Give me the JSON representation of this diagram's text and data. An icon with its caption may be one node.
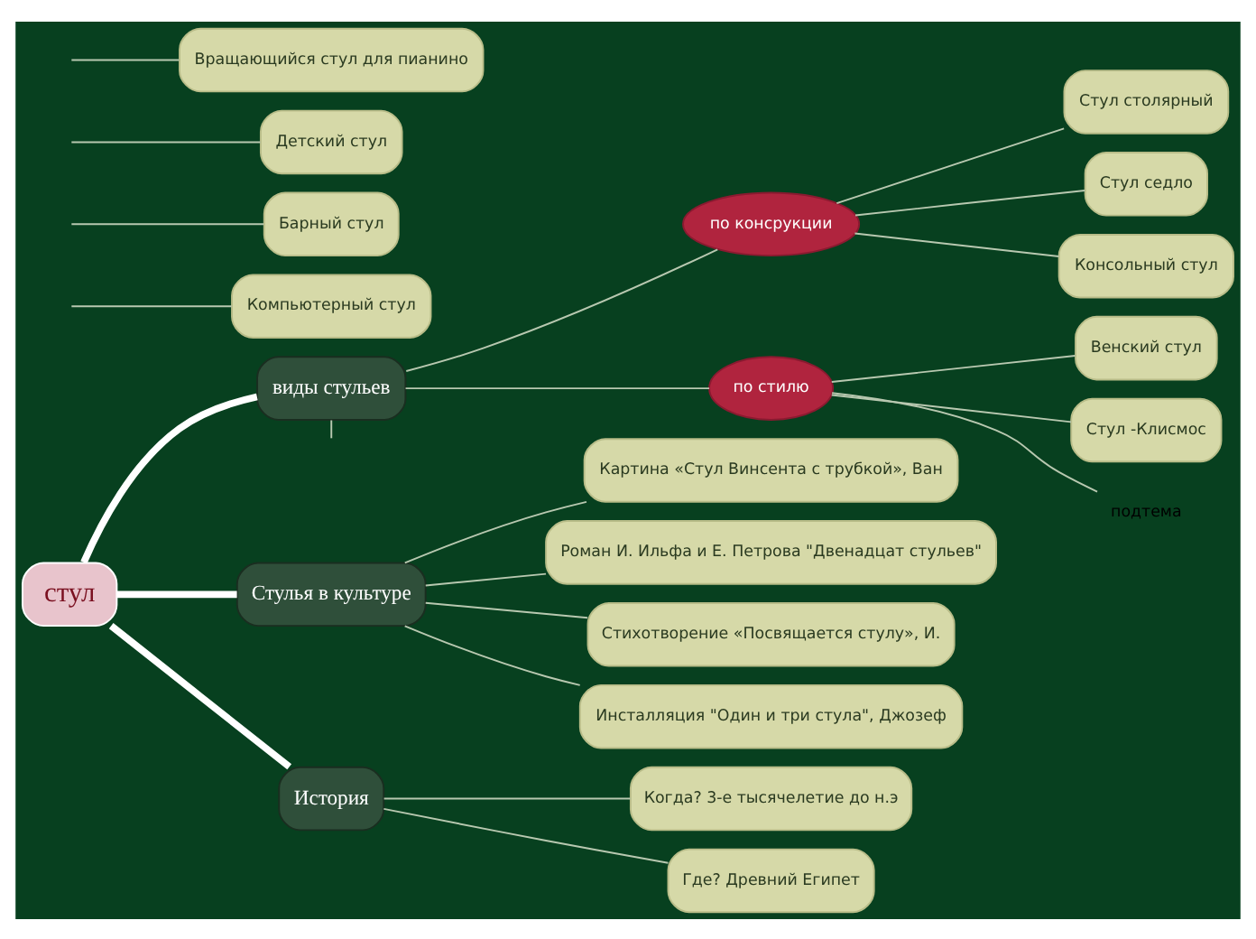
{
  "diagram": {
    "nodes": [
      {
        "text": [
          "стул"
        ]
      },
      {
        "text": [
          "виды стульев"
        ]
      },
      {
        "text": [
          "Компьютерный стул"
        ]
      },
      {
        "text": [
          "Барный стул"
        ]
      },
      {
        "text": [
          "Детский стул"
        ]
      },
      {
        "text": [
          "Вращающийся стул для пианино"
        ]
      },
      {
        "text": [
          "по консрукции"
        ]
      },
      {
        "text": [
          "Стул столярный"
        ]
      },
      {
        "text": [
          "Стул седло"
        ]
      },
      {
        "text": [
          "Консольный стул"
        ]
      },
      {
        "text": [
          "по стилю"
        ]
      },
      {
        "text": [
          "Венский стул"
        ]
      },
      {
        "text": [
          "Стул -Клисмос"
        ]
      },
      {
        "text": [
          "подтема"
        ]
      },
      {
        "text": [
          "Стулья в культуре"
        ]
      },
      {
        "text": [
          "Картина «Стул Винсента с трубкой», Ван"
        ]
      },
      {
        "text": [
          "Роман И. Ильфа и Е. Петрова \"Двенадцат стульев\""
        ]
      },
      {
        "text": [
          "Стихотворение «Посвящается стулу», И."
        ]
      },
      {
        "text": [
          "Инсталляция \"Один и три стула\", Джозеф"
        ]
      },
      {
        "text": [
          "История"
        ]
      },
      {
        "text": [
          "Когда? 3-е тысячелетие до н.э"
        ]
      },
      {
        "text": [
          "Где? Древний Египет"
        ]
      }
    ],
    "edges": [
      {
        "from": 0,
        "to": 1,
        "arrow": "none",
        "style": "thick",
        "color": "#ffffff"
      },
      {
        "from": 0,
        "to": 14,
        "arrow": "none",
        "style": "thick",
        "color": "#ffffff"
      },
      {
        "from": 0,
        "to": 19,
        "arrow": "none",
        "style": "thick",
        "color": "#ffffff"
      },
      {
        "from": 1,
        "to": null,
        "arrow": "none"
      },
      {
        "from": null,
        "to": 2,
        "arrow": "none"
      },
      {
        "from": null,
        "to": 3,
        "arrow": "none"
      },
      {
        "from": null,
        "to": 4,
        "arrow": "none"
      },
      {
        "from": null,
        "to": 5,
        "arrow": "none"
      },
      {
        "from": 1,
        "to": 6,
        "arrow": "none"
      },
      {
        "from": 6,
        "to": 7,
        "arrow": "none"
      },
      {
        "from": 6,
        "to": 8,
        "arrow": "none"
      },
      {
        "from": 6,
        "to": 9,
        "arrow": "none"
      },
      {
        "from": 1,
        "to": 10,
        "arrow": "none"
      },
      {
        "from": 10,
        "to": 11,
        "arrow": "none"
      },
      {
        "from": 10,
        "to": 12,
        "arrow": "none"
      },
      {
        "from": 10,
        "to": 13,
        "arrow": "none"
      },
      {
        "from": 14,
        "to": 15,
        "arrow": "none"
      },
      {
        "from": 14,
        "to": 16,
        "arrow": "none"
      },
      {
        "from": 14,
        "to": 17,
        "arrow": "none"
      },
      {
        "from": 14,
        "to": 18,
        "arrow": "none"
      },
      {
        "from": 19,
        "to": 20,
        "arrow": "none"
      },
      {
        "from": 19,
        "to": 21,
        "arrow": "none"
      }
    ]
  }
}
